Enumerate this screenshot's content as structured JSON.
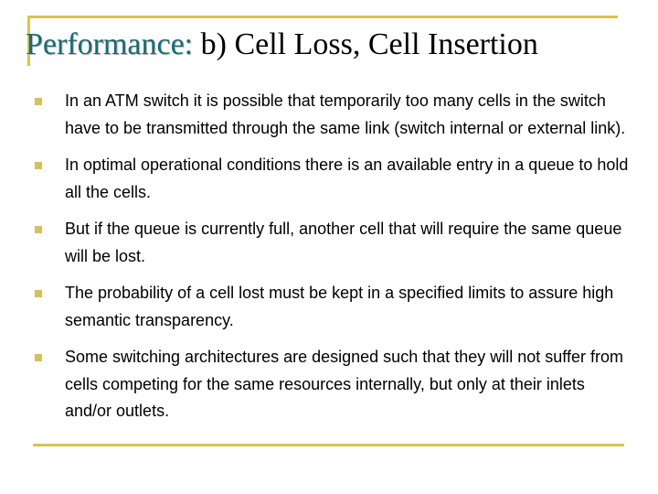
{
  "slide": {
    "title_prefix": "Performance:",
    "title_rest": " b) Cell Loss, Cell Insertion",
    "accent_color": "#d6c64a",
    "title_color": "#1a6b74",
    "bullets": [
      "In an ATM switch it is possible that temporarily too many cells in the switch have to be transmitted through the same link (switch internal or external link).",
      "In optimal operational conditions there is an available entry in a queue to hold all the cells.",
      "But if the queue is currently full, another cell that will require the same queue will be lost.",
      "The probability of a cell lost must be kept in a specified limits to assure high semantic transparency.",
      "Some switching architectures are designed such that they will not suffer from cells competing for the same resources internally, but only at their inlets and/or outlets."
    ]
  }
}
